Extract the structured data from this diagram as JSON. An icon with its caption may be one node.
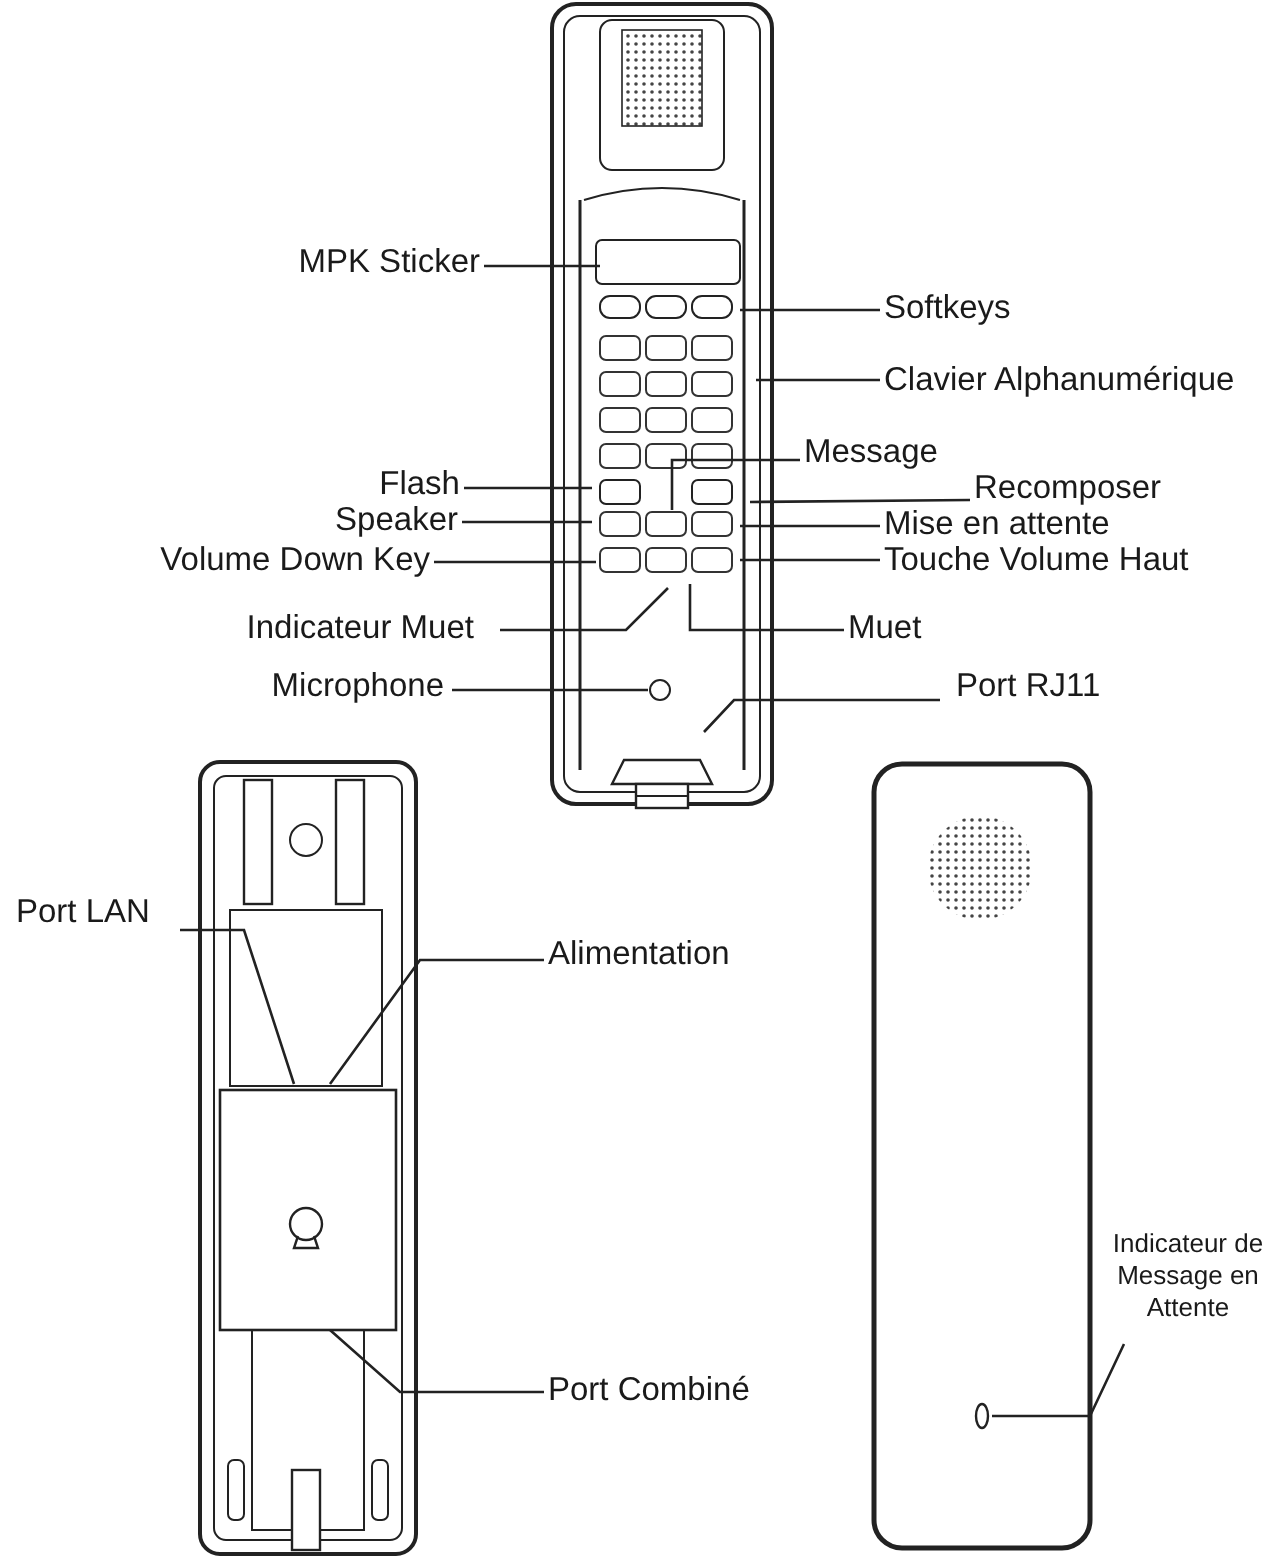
{
  "diagram": {
    "nodes": [
      {
        "text": [
          "MPK Sticker"
        ]
      },
      {
        "text": [
          "Softkeys"
        ]
      },
      {
        "text": [
          "Clavier Alphanumérique"
        ]
      },
      {
        "text": [
          "Message"
        ]
      },
      {
        "text": [
          "Flash"
        ]
      },
      {
        "text": [
          "Recomposer"
        ]
      },
      {
        "text": [
          "Speaker"
        ]
      },
      {
        "text": [
          "Mise en attente"
        ]
      },
      {
        "text": [
          "Volume Down Key"
        ]
      },
      {
        "text": [
          "Touche Volume Haut"
        ]
      },
      {
        "text": [
          "Indicateur Muet"
        ]
      },
      {
        "text": [
          "Muet"
        ]
      },
      {
        "text": [
          "Microphone"
        ]
      },
      {
        "text": [
          "Port RJ11"
        ]
      },
      {
        "text": [
          "Port LAN"
        ]
      },
      {
        "text": [
          "Alimentation"
        ]
      },
      {
        "text": [
          "Port Combiné"
        ]
      },
      {
        "text": [
          "Indicateur de Message en Attente"
        ]
      },
      {
        "text": [],
        "shape": "picture"
      },
      {
        "text": [],
        "shape": "picture"
      },
      {
        "text": [],
        "shape": "picture"
      }
    ],
    "edges": [
      {
        "from": 0,
        "to": 18,
        "arrow": "none"
      },
      {
        "from": 1,
        "to": 18,
        "arrow": "none"
      },
      {
        "from": 2,
        "to": 18,
        "arrow": "none"
      },
      {
        "from": 3,
        "to": 18,
        "arrow": "none"
      },
      {
        "from": 4,
        "to": 18,
        "arrow": "none"
      },
      {
        "from": 5,
        "to": 18,
        "arrow": "none"
      },
      {
        "from": 6,
        "to": 18,
        "arrow": "none"
      },
      {
        "from": 7,
        "to": 18,
        "arrow": "none"
      },
      {
        "from": 8,
        "to": 18,
        "arrow": "none"
      },
      {
        "from": 9,
        "to": 18,
        "arrow": "none"
      },
      {
        "from": 10,
        "to": 18,
        "arrow": "none"
      },
      {
        "from": 11,
        "to": 18,
        "arrow": "none"
      },
      {
        "from": 12,
        "to": 18,
        "arrow": "none"
      },
      {
        "from": 13,
        "to": 18,
        "arrow": "none"
      },
      {
        "from": 14,
        "to": 19,
        "arrow": "none"
      },
      {
        "from": 15,
        "to": 19,
        "arrow": "none"
      },
      {
        "from": 16,
        "to": 19,
        "arrow": "none"
      },
      {
        "from": 17,
        "to": 20,
        "arrow": "none"
      }
    ]
  }
}
